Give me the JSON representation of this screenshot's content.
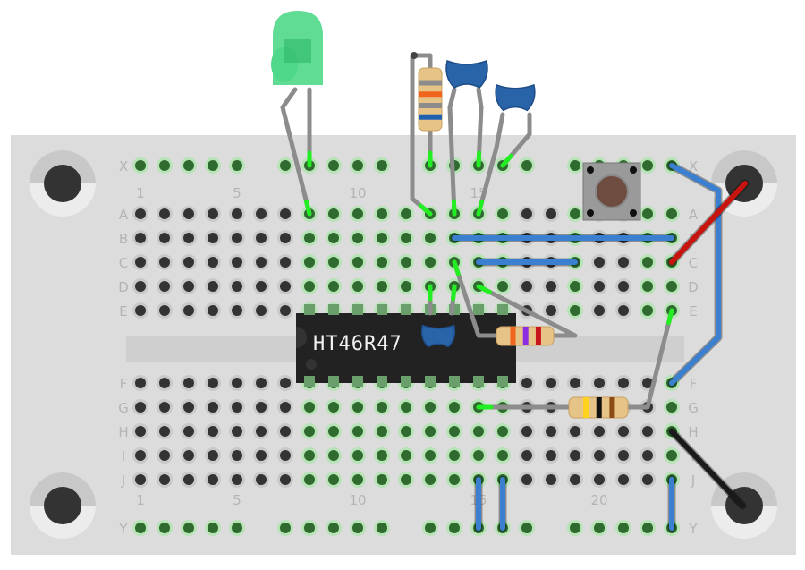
{
  "board": {
    "upper_rows": [
      "X",
      "A",
      "B",
      "C",
      "D",
      "E"
    ],
    "lower_rows": [
      "F",
      "G",
      "H",
      "I",
      "J",
      "Y"
    ],
    "column_labels_top": [
      "1",
      "5",
      "10",
      "15"
    ],
    "column_labels_bottom": [
      "1",
      "5",
      "10",
      "15",
      "20"
    ],
    "columns": 23
  },
  "chip": {
    "label": "HT46R47"
  },
  "colors": {
    "board": "#dcdcdc",
    "hole_dark": "#333333",
    "hole_green": "#2f6a2f",
    "lead_tip": "#22ee22",
    "wire_blue": "#3a7fd0",
    "wire_red": "#c8140f",
    "wire_black": "#1a1a1a",
    "led": "#4fd88a",
    "capacitor": "#2a64a8"
  },
  "components": {
    "led": {
      "color": "green"
    },
    "resistors": [
      {
        "bands": [
          "#8c8c8c",
          "#f0641e",
          "#8c8c8c",
          "#2060b0"
        ]
      },
      {
        "bands": [
          "#f0641e",
          "#8c2be2",
          "#c8141e"
        ]
      },
      {
        "bands": [
          "#ffd21e",
          "#111111",
          "#8c4a14"
        ]
      }
    ]
  }
}
